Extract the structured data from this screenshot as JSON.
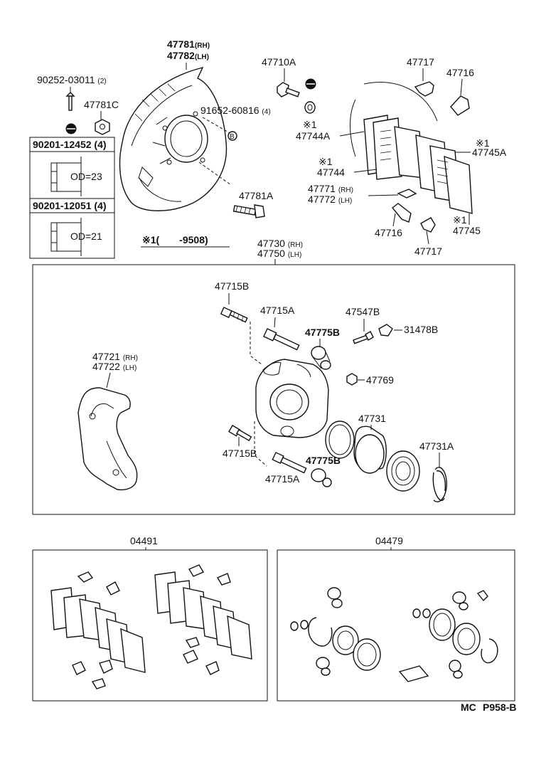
{
  "shield": {
    "rh": "47781",
    "rh_suffix": "(RH)",
    "lh": "47782",
    "lh_suffix": "(LH)"
  },
  "bolt_top": {
    "part": "90252-03011",
    "qty": "(2)"
  },
  "nut_c": {
    "part": "47781C"
  },
  "bolt_a": {
    "part": "47710A"
  },
  "screw_b": {
    "part": "91652-60816",
    "qty": "(4)"
  },
  "screw_marker": "B",
  "bolt_781a": {
    "part": "47781A"
  },
  "spec_box": {
    "item1": {
      "part": "90201-12452",
      "qty": "(4)",
      "od": "OD=23"
    },
    "item2": {
      "part": "90201-12051",
      "qty": "(4)",
      "od": "OD=21"
    }
  },
  "note": {
    "text": "※1(　　-9508)"
  },
  "pads": {
    "clip_717_top": "47717",
    "clip_716_top": "47716",
    "star1": "※1",
    "shim_744a": "47744A",
    "star2": "※1",
    "shim_744": "47744",
    "star3": "※1",
    "shim_745a": "47745A",
    "ind_rh": "47771",
    "ind_rh_suffix": "(RH)",
    "ind_lh": "47772",
    "ind_lh_suffix": "(LH)",
    "clip_716_bot": "47716",
    "clip_717_bot": "47717",
    "star4": "※1",
    "shim_745": "47745"
  },
  "caliper_asm": {
    "rh": "47730",
    "rh_suffix": "(RH)",
    "lh": "47750",
    "lh_suffix": "(LH)"
  },
  "caliper": {
    "pin_715b_top": "47715B",
    "pin_715a_top": "47715A",
    "boot_775b_top": "47775B",
    "bleeder": "47547B",
    "cap": "31478B",
    "nut_769": "47769",
    "mount_rh": "47721",
    "mount_rh_suffix": "(RH)",
    "mount_lh": "47722",
    "mount_lh_suffix": "(LH)",
    "seal_731": "47731",
    "ring_731a": "47731A",
    "pin_715b_bot": "47715B",
    "boot_775b_bot": "47775B",
    "pin_715a_bot": "47715A"
  },
  "kits": {
    "pad_kit": "04491",
    "seal_kit": "04479"
  },
  "footer": {
    "code": "MC",
    "page": "P958-B"
  }
}
